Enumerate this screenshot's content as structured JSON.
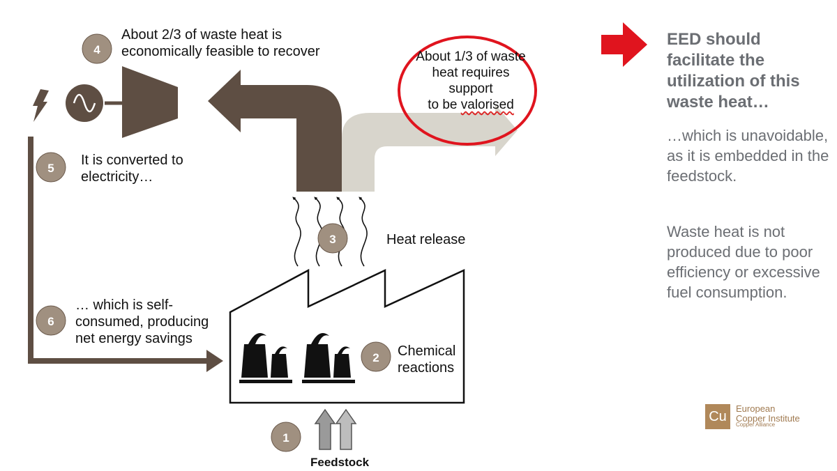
{
  "steps": {
    "s1": {
      "number": "1"
    },
    "s2": {
      "number": "2",
      "label_line1": "Chemical",
      "label_line2": "reactions"
    },
    "s3": {
      "number": "3",
      "label": "Heat release"
    },
    "s4": {
      "number": "4",
      "label_line1": "About 2/3 of waste heat is",
      "label_line2": "economically feasible to recover"
    },
    "s5": {
      "number": "5",
      "label_line1": "It is converted to",
      "label_line2": "electricity…"
    },
    "s6": {
      "number": "6",
      "label_line1": "… which is self-",
      "label_line2": "consumed, producing",
      "label_line3": "net energy savings"
    }
  },
  "feedstock_label": "Feedstock",
  "callout": {
    "line1": "About 1/3 of waste",
    "line2": "heat requires support",
    "line3_prefix": "to be ",
    "line3_word": "valorised"
  },
  "side": {
    "heading": "EED should facilitate the utilization of this waste heat…",
    "para1": "…which is unavoidable, as it is embedded in the feedstock.",
    "para2": "Waste heat is not produced due to poor efficiency or excessive fuel consumption."
  },
  "logo": {
    "symbol": "Cu",
    "line1": "European",
    "line2": "Copper Institute",
    "line3": "Copper Alliance"
  },
  "colors": {
    "brown": "#5e4e43",
    "light_gray": "#d8d5cc",
    "badge": "#a09080",
    "callout_red": "#e0141e",
    "text_gray": "#6b6e73"
  }
}
